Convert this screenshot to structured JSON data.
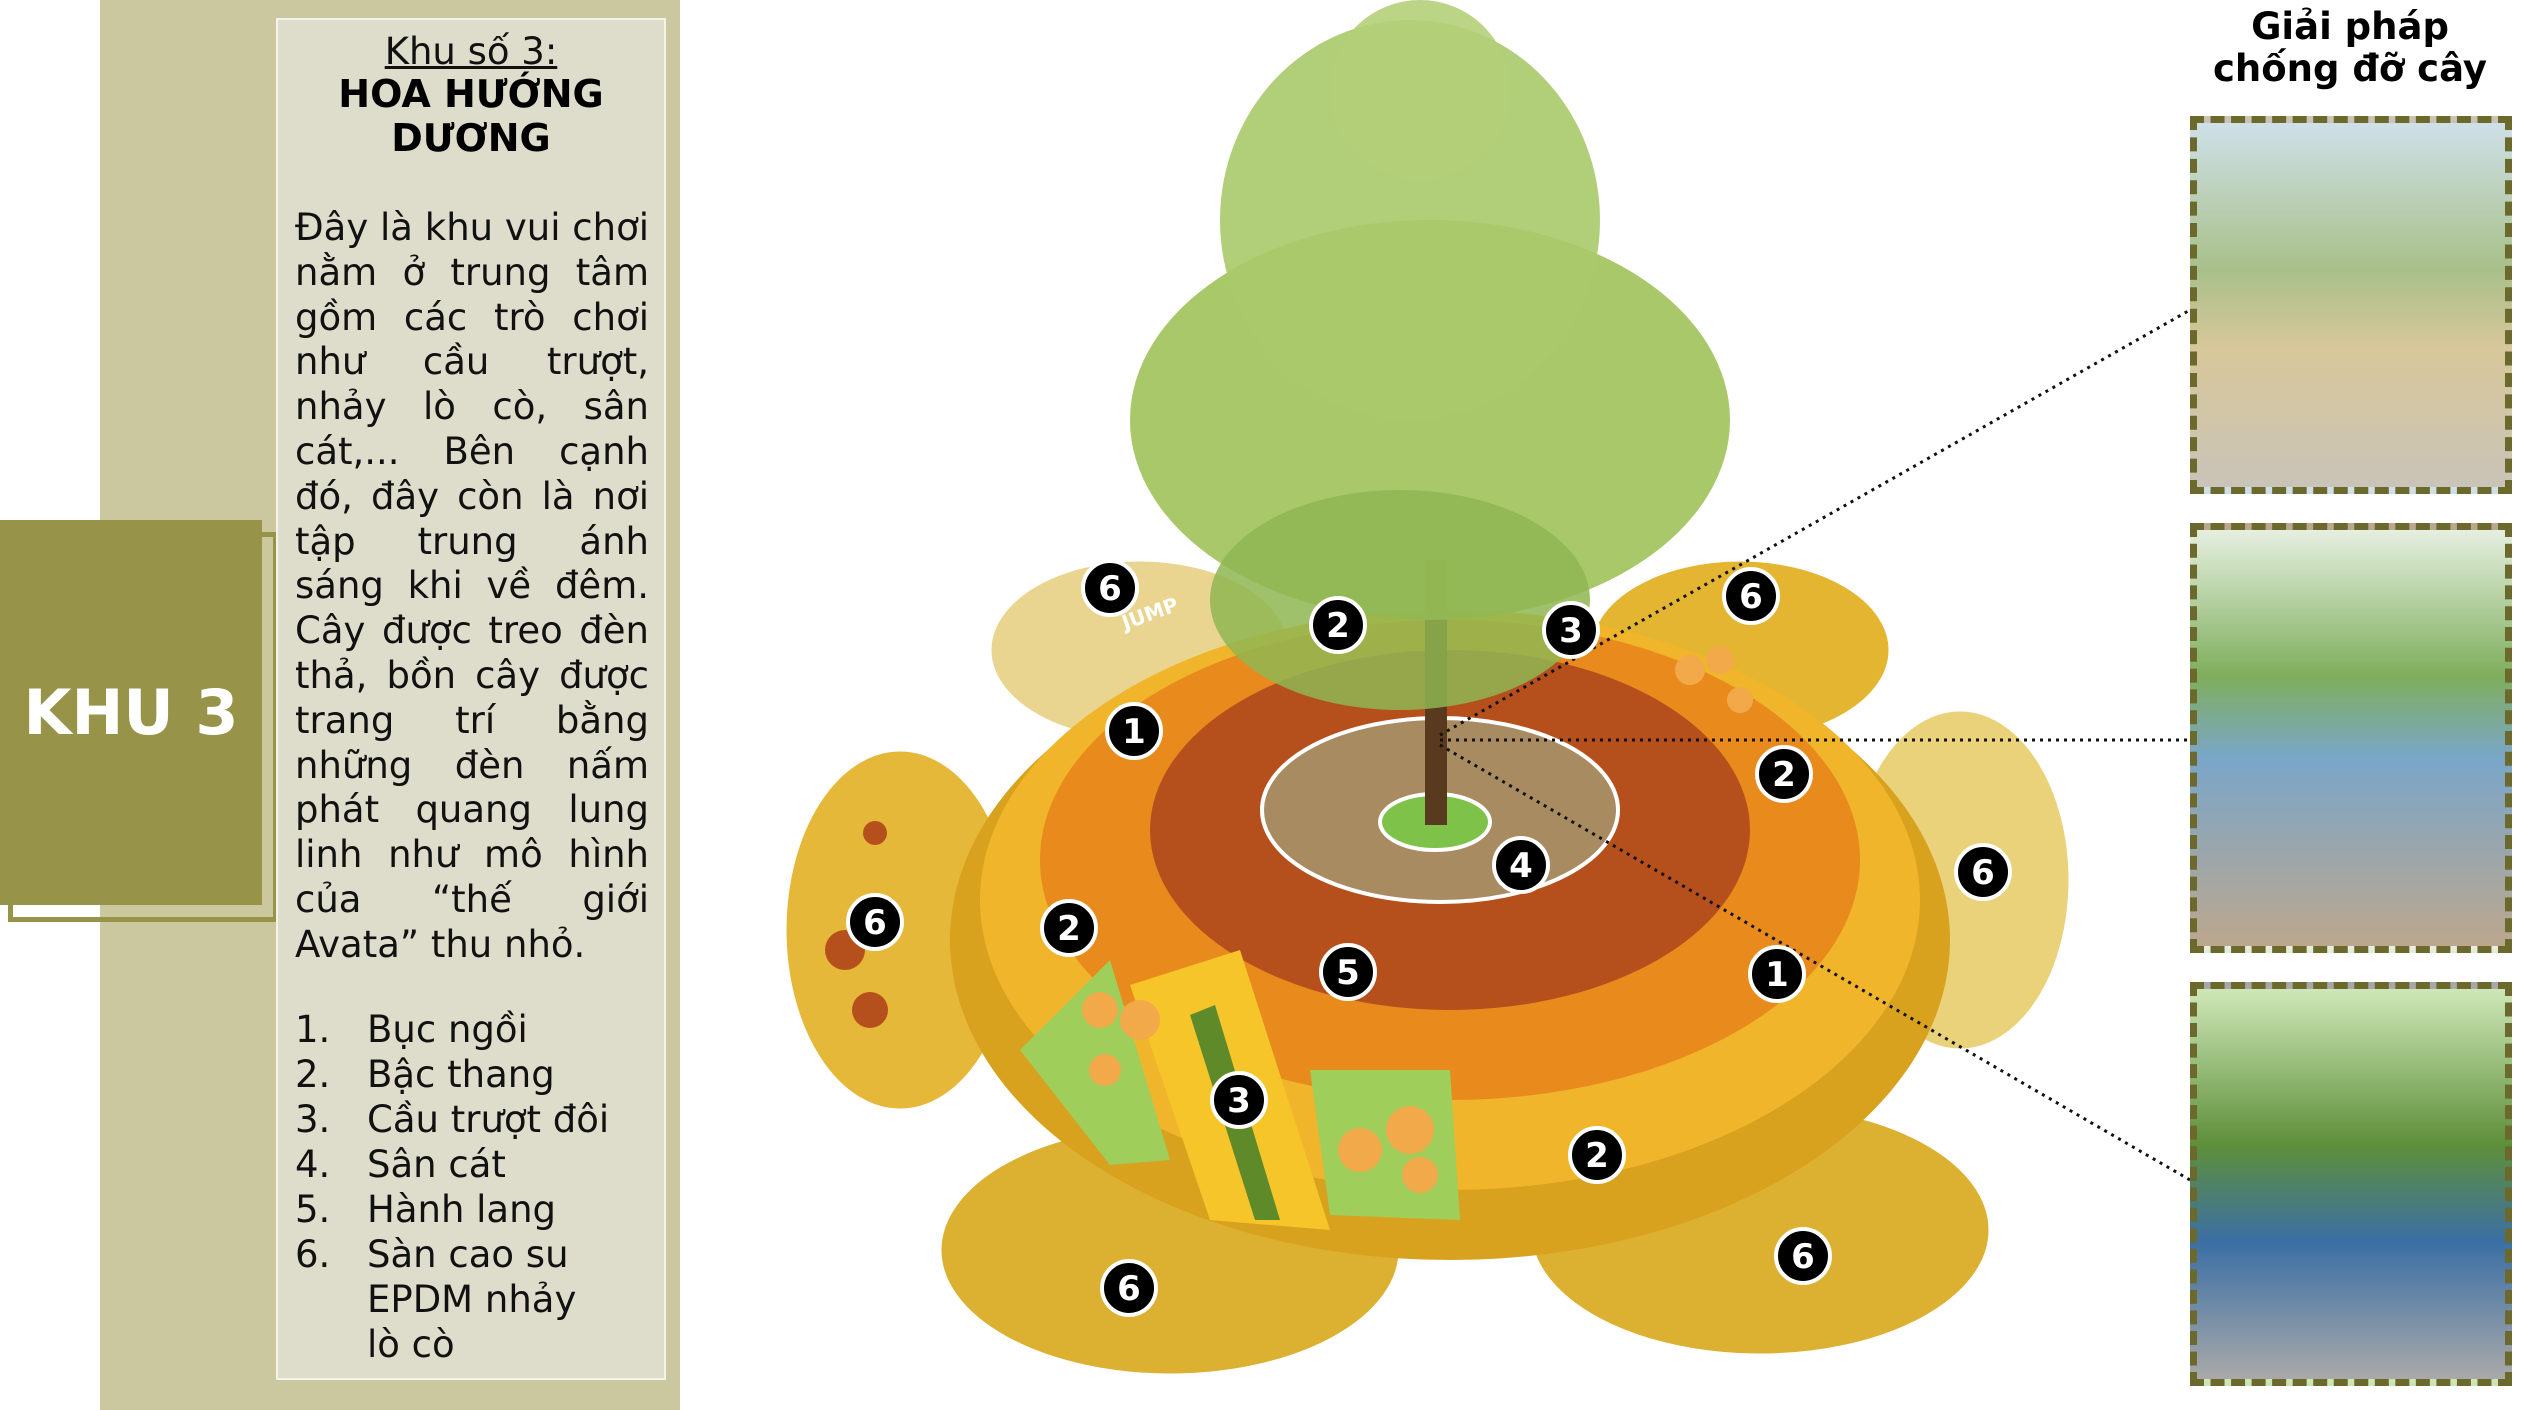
{
  "zone_badge": "KHU 3",
  "info": {
    "subtitle": "Khu số 3:",
    "title": "HOA HƯỚNG DƯƠNG",
    "description": "Đây là khu vui chơi nằm ở trung tâm gồm các trò chơi như cầu trượt, nhảy lò cò, sân cát,... Bên cạnh đó, đây còn là nơi tập trung ánh sáng khi về đêm. Cây được treo đèn thả, bồn cây được trang trí bằng những đèn nấm phát quang lung linh như mô hình của “thế giới Avata” thu nhỏ.",
    "legend": [
      {
        "num": "1.",
        "label": "Bục ngồi"
      },
      {
        "num": "2.",
        "label": "Bậc thang"
      },
      {
        "num": "3.",
        "label": "Cầu trượt đôi"
      },
      {
        "num": "4.",
        "label": "Sân cát"
      },
      {
        "num": "5.",
        "label": "Hành lang"
      },
      {
        "num": "6.",
        "label": "Sàn cao su EPDM nhảy lò cò"
      }
    ]
  },
  "support": {
    "title_line1": "Giải pháp",
    "title_line2": "chống đỡ cây"
  },
  "diagram": {
    "jump_label": "JUMP",
    "markers": [
      "6",
      "2",
      "3",
      "6",
      "1",
      "2",
      "6",
      "4",
      "6",
      "2",
      "5",
      "1",
      "3",
      "2",
      "6",
      "6"
    ]
  },
  "colors": {
    "olive": "#97944a",
    "stripe": "#cbc8a0",
    "panel": "#dedccb",
    "yellow": "#e0b22a",
    "orange": "#e98a1d",
    "brown": "#b5501c",
    "sand": "#a98b62"
  }
}
